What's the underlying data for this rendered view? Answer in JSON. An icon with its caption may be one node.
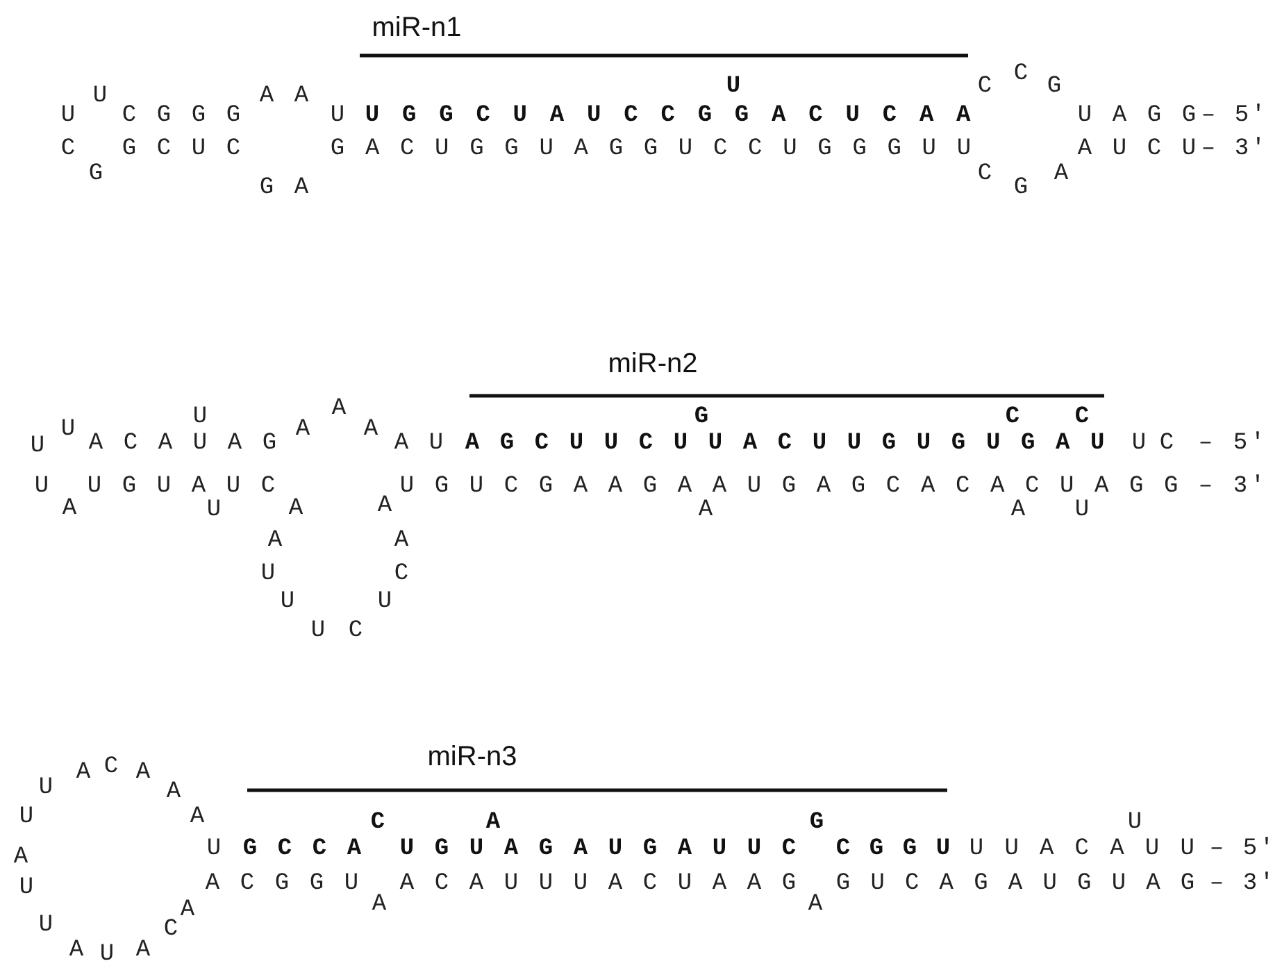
{
  "diagram": {
    "labels": [
      "miR-n1",
      "C",
      "U",
      "C",
      "G",
      "U",
      "A A",
      "U",
      "C G G G",
      "U",
      "U G G C U A U C C G G A C U C A A",
      "U A G G",
      "– 5′",
      "C",
      "G C U C",
      "G A C U G G U A G G U C C U G G G U U",
      "A U C U",
      "– 3′",
      "G",
      "C",
      "A",
      "G A",
      "G",
      "miR-n2",
      "A",
      "U",
      "G",
      "C",
      "C",
      "U",
      "A",
      "A",
      "U",
      "A C A U A G",
      "A U",
      "A G C U U C U U A C U U G U G U G A U",
      "U C",
      "– 5′",
      "U",
      "U G U A U C",
      "U G U C G A A G A A U G A G C A C A C U A G G",
      "– 3′",
      "A",
      "U",
      "A",
      "A",
      "A",
      "A",
      "U",
      "A",
      "A",
      "U",
      "C",
      "U",
      "U",
      "U C",
      "miR-n3",
      "A",
      "C",
      "A",
      "U",
      "A",
      "U",
      "A",
      "C",
      "A",
      "G",
      "U",
      "A",
      "U",
      "G C C A",
      "U G U A G A U G A U U C",
      "C G G U",
      "U U A C A U U",
      "– 5′",
      "U",
      "A C G G U",
      "A C A U U U A C U A A G",
      "G U C A G A U G U A G",
      "– 3′",
      "A",
      "A",
      "A",
      "U",
      "C",
      "A",
      "U",
      "A"
    ]
  }
}
